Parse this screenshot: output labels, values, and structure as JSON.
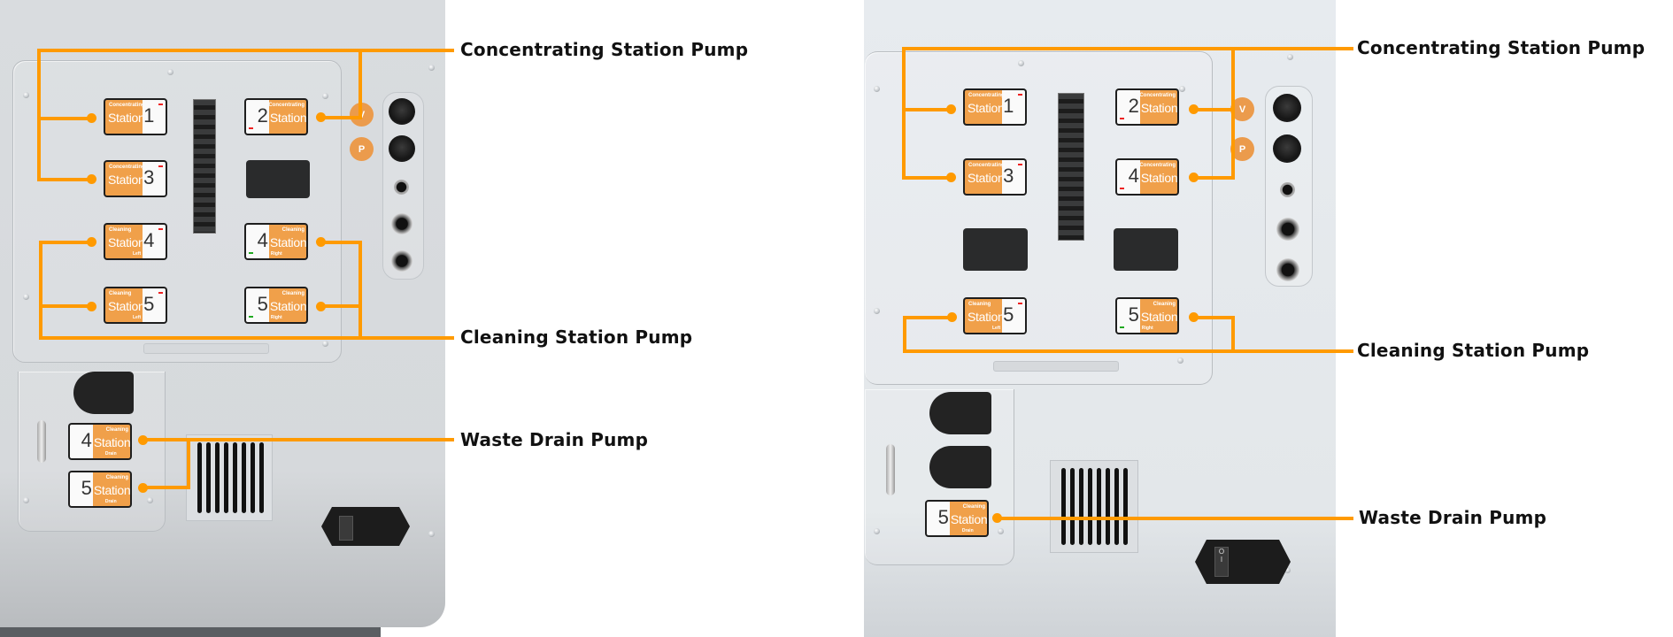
{
  "figure": {
    "accent_color": "#ff9a00",
    "pump_color": "#f0a04a",
    "left_view": {
      "callouts": [
        {
          "id": "concentrating",
          "label": "Concentrating Station Pump"
        },
        {
          "id": "cleaning",
          "label": "Cleaning Station Pump"
        },
        {
          "id": "waste",
          "label": "Waste Drain Pump"
        }
      ],
      "pumps": [
        {
          "group": "Concentrating",
          "word": "Station",
          "number": "1",
          "sub": ""
        },
        {
          "group": "Concentrating",
          "word": "Station",
          "number": "2",
          "sub": ""
        },
        {
          "group": "Concentrating",
          "word": "Station",
          "number": "3",
          "sub": ""
        },
        {
          "group": "Cleaning",
          "word": "Station",
          "number": "4",
          "sub": "Left"
        },
        {
          "group": "Cleaning",
          "word": "Station",
          "number": "4",
          "sub": "Right"
        },
        {
          "group": "Cleaning",
          "word": "Station",
          "number": "5",
          "sub": "Left"
        },
        {
          "group": "Cleaning",
          "word": "Station",
          "number": "5",
          "sub": "Right"
        },
        {
          "group": "Cleaning",
          "word": "Station",
          "number": "4",
          "sub": "Drain"
        },
        {
          "group": "Cleaning",
          "word": "Station",
          "number": "5",
          "sub": "Drain"
        }
      ],
      "badges": [
        "V",
        "P"
      ]
    },
    "right_view": {
      "callouts": [
        {
          "id": "concentrating",
          "label": "Concentrating Station Pump"
        },
        {
          "id": "cleaning",
          "label": "Cleaning Station Pump"
        },
        {
          "id": "waste",
          "label": "Waste Drain Pump"
        }
      ],
      "pumps": [
        {
          "group": "Concentrating",
          "word": "Station",
          "number": "1",
          "sub": ""
        },
        {
          "group": "Concentrating",
          "word": "Station",
          "number": "2",
          "sub": ""
        },
        {
          "group": "Concentrating",
          "word": "Station",
          "number": "3",
          "sub": ""
        },
        {
          "group": "Concentrating",
          "word": "Station",
          "number": "4",
          "sub": ""
        },
        {
          "group": "Cleaning",
          "word": "Station",
          "number": "5",
          "sub": "Left"
        },
        {
          "group": "Cleaning",
          "word": "Station",
          "number": "5",
          "sub": "Right"
        },
        {
          "group": "Cleaning",
          "word": "Station",
          "number": "5",
          "sub": "Drain"
        }
      ],
      "badges": [
        "V",
        "P"
      ],
      "power_switch": {
        "on": "I",
        "off": "O"
      }
    }
  }
}
